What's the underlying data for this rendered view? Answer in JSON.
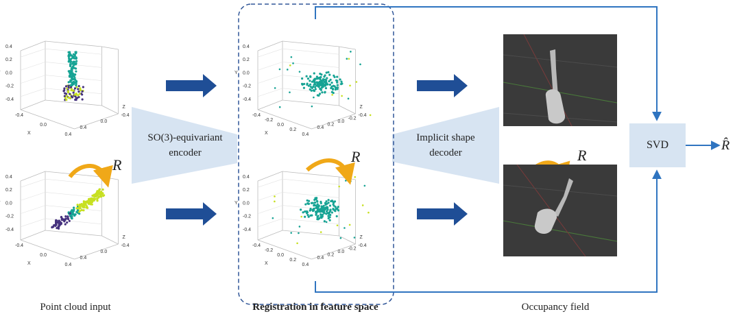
{
  "captions": {
    "input": "Point cloud input",
    "feature": "Registration in feature space",
    "occupancy": "Occupancy field"
  },
  "encoder": {
    "line1": "SO(3)-equivariant",
    "line2": "encoder"
  },
  "decoder": {
    "line1": "Implicit shape",
    "line2": "decoder"
  },
  "svd": {
    "label": "SVD"
  },
  "symbols": {
    "rotation": "R",
    "output": "R̂"
  },
  "plot_axes": {
    "y_label": "Y",
    "x_label": "X",
    "z_label": "Z",
    "y_ticks": [
      "0.4",
      "0.2",
      "0.0",
      "-0.2",
      "-0.4"
    ],
    "x_ticks": [
      "-0.4",
      "0.0",
      "0.4"
    ],
    "z_ticks": [
      "-0.4",
      "0.0",
      "0.4"
    ],
    "x_ticks_feature": [
      "-0.4",
      "-0.2",
      "0.0",
      "0.2",
      "0.4"
    ],
    "z_ticks_feature": [
      "-0.4",
      "-0.2",
      "0.0",
      "0.2",
      "0.4"
    ]
  },
  "colors": {
    "arrow_dark": "#1f4e96",
    "arrow_light": "#2f74c0",
    "block_fill": "#d7e4f2",
    "rotation_arrow": "#f0a818",
    "points_teal": "#16a394",
    "points_purple": "#46327e",
    "points_yellow": "#c7e020",
    "panel_bg": "#3a3a3a"
  }
}
